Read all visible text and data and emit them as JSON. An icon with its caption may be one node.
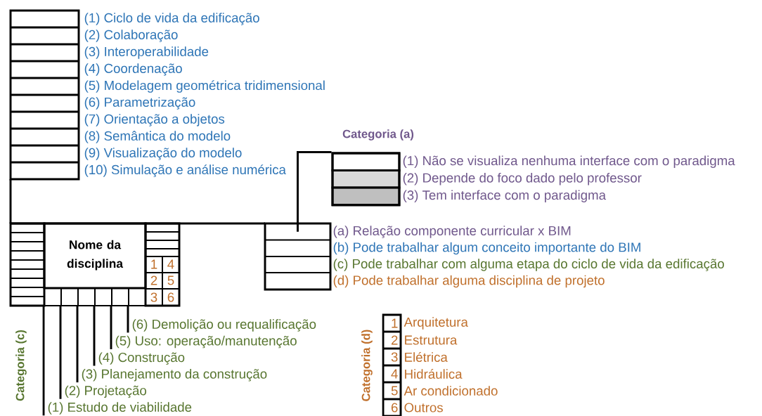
{
  "diagram": {
    "nodes": [
      {
        "text": [
          "Nome da disciplina"
        ]
      },
      {
        "text": [],
        "shape": "box"
      },
      {
        "text": [],
        "shape": "box"
      },
      {
        "text": [],
        "shape": "box"
      },
      {
        "text": [],
        "shape": "box"
      },
      {
        "text": [],
        "shape": "box"
      },
      {
        "text": [],
        "shape": "box"
      },
      {
        "text": [
          "(1) Estudo de viabilidade"
        ]
      },
      {
        "text": [
          "(2) Projetação"
        ]
      },
      {
        "text": [
          "(3) Planejamento da construção"
        ]
      },
      {
        "text": [
          "(4) Construção"
        ]
      },
      {
        "text": [
          "(5) Uso: operação/manutenção"
        ]
      },
      {
        "text": [
          "(6) Demolição ou requalificação"
        ]
      },
      {
        "text": [],
        "shape": "box"
      },
      {
        "text": [],
        "shape": "box"
      }
    ],
    "edges": [
      {
        "from": 7,
        "to": 1,
        "arrow": "none"
      },
      {
        "from": 8,
        "to": 2,
        "arrow": "none"
      },
      {
        "from": 9,
        "to": 3,
        "arrow": "none"
      },
      {
        "from": 10,
        "to": 4,
        "arrow": "none"
      },
      {
        "from": 11,
        "to": 5,
        "arrow": "none"
      },
      {
        "from": 12,
        "to": 6,
        "arrow": "none"
      },
      {
        "from": 14,
        "to": 13,
        "arrow": "none"
      }
    ],
    "labels": [
      "(1) Ciclo de vida da edificação",
      "(2) Colaboração",
      "(3) Interoperabilidade",
      "(4) Coordenação",
      "(5) Modelagem geométrica tridimensional",
      "(6) Parametrização",
      "(7) Orientação a objetos",
      "(8) Semântica do modelo",
      "(9) Visualização do modelo",
      "(10) Simulação e análise numérica",
      "Categoria (a)",
      "(a) Relação componente curricular x BIM",
      "(b) Pode trabalhar algum conceito importante do BIM",
      "(c) Pode trabalhar com alguma etapa do ciclo de vida da edificação",
      "(d) Pode trabalhar alguma disciplina de projeto",
      "1",
      "4",
      "2",
      "5",
      "3",
      "6",
      "Categoria (c)",
      "Categoria (d)",
      "1",
      "Arquitetura",
      "2",
      "Estrutura",
      "3",
      "Elétrica",
      "4",
      "Hidráulica",
      "5",
      "Ar condicionado",
      "6",
      "Outros"
    ],
    "legend": [
      {
        "text": "(1) Não se visualiza nenhuma interface com o paradigma"
      },
      {
        "text": "(2) Depende do foco dado pelo professor",
        "color": "#d9d9d9"
      },
      {
        "text": "(3) Tem interface com o paradigma",
        "color": "#bfbfbf"
      }
    ]
  }
}
